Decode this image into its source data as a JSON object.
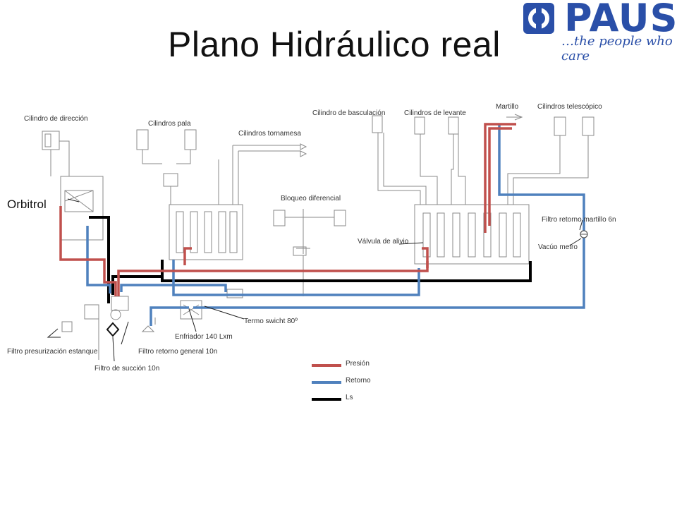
{
  "title": "Plano Hidráulico real",
  "logo": {
    "brand": "PAUS",
    "tagline": "…the people who care",
    "color": "#2a4fa8"
  },
  "labels": {
    "cilindro_direccion": "Cilindro de dirección",
    "cilindros_pala": "Cilindros pala",
    "cilindros_tornamesa": "Cilindros tornamesa",
    "cilindro_basculacion": "Cilindro de basculación",
    "cilindros_levante": "Cilindros de levante",
    "martillo": "Martillo",
    "cilindros_telescopico": "Cilindros telescópico",
    "orbitrol": "Orbitrol",
    "bloqueo_diferencial": "Bloqueo diferencial",
    "filtro_retorno_martillo": "Filtro retorno martillo 6n",
    "valvula_alivio": "Válvula de alivio",
    "vacuo_metro": "Vacúo metro",
    "termo_switch": "Termo swicht 80º",
    "enfriador": "Enfriador 140 Lxm",
    "filtro_presurizacion": "Filtro presurización estanque",
    "filtro_retorno_general": "Filtro retorno general 10n",
    "filtro_succion": "Filtro de succión 10n"
  },
  "legend": [
    {
      "label": "Presión",
      "color": "#c0504d"
    },
    {
      "label": "Retorno",
      "color": "#4f81bd"
    },
    {
      "label": "Ls",
      "color": "#000000"
    }
  ]
}
